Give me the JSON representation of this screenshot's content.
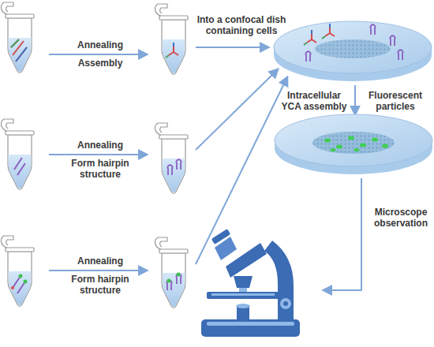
{
  "diagram": {
    "labels": [
      "Annealing",
      "Assembly",
      "Annealing",
      "Form hairpin structure",
      "Annealing",
      "Form hairpin structure",
      "Into a confocal dish containing cells",
      "Intracellular YCA assembly",
      "Fluorescent particles",
      "Microscope observation"
    ]
  }
}
